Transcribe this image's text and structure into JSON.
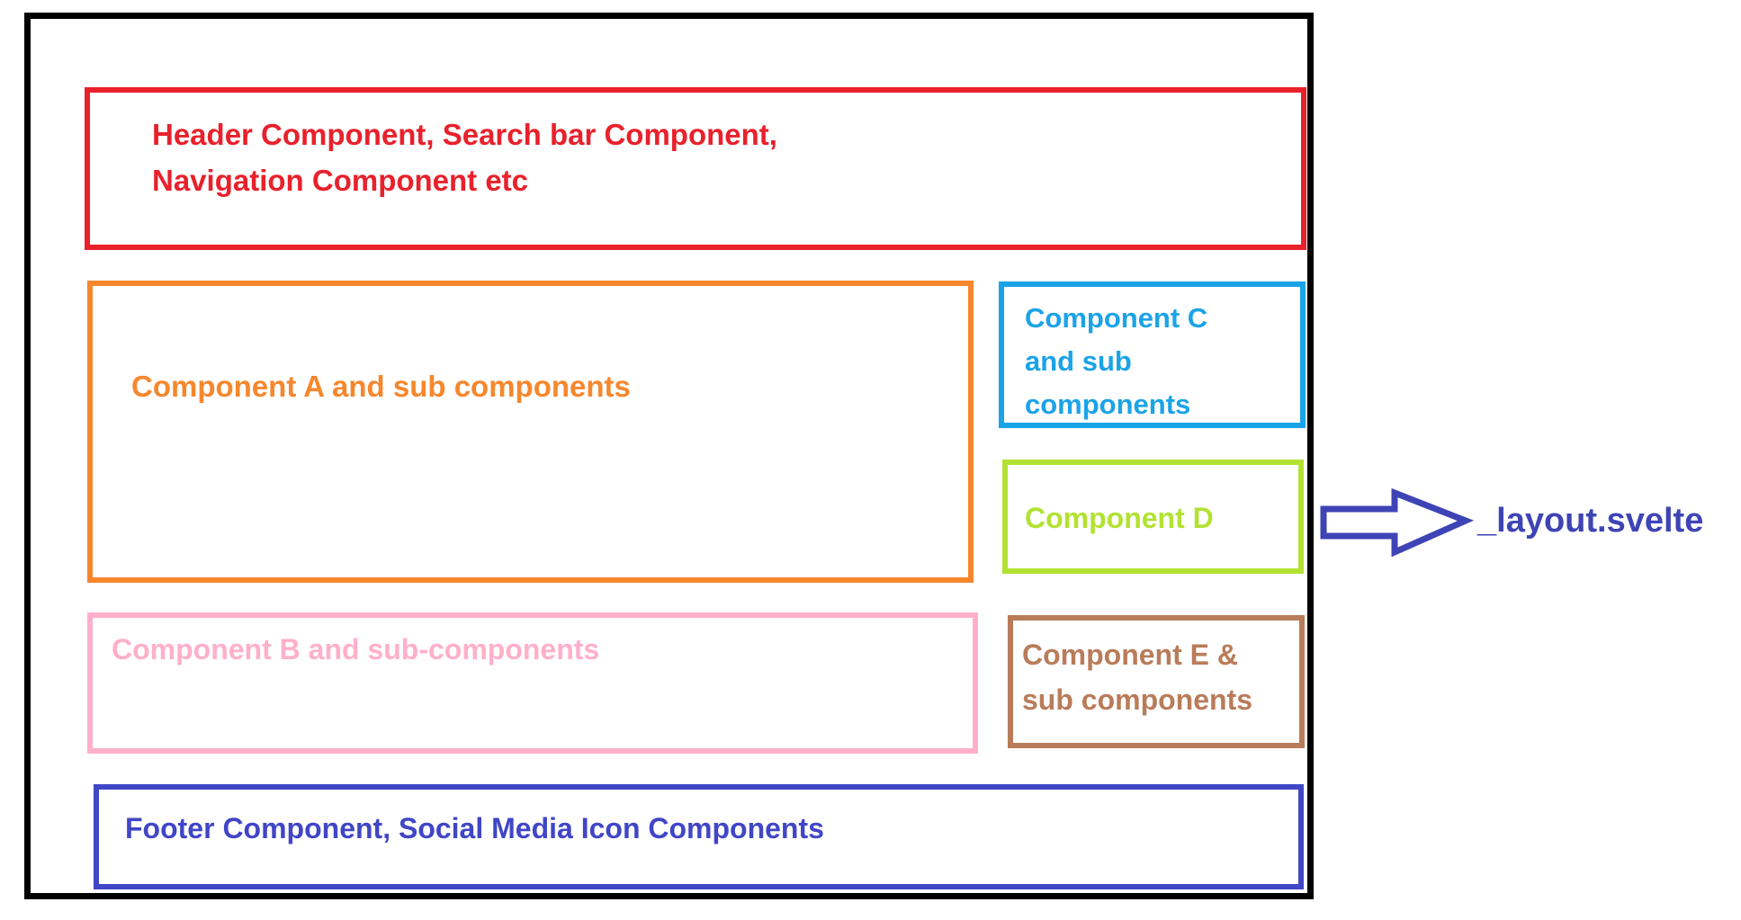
{
  "outline": {
    "color": "#000000"
  },
  "boxes": {
    "header": {
      "label": "Header Component, Search bar Component,\nNavigation Component etc",
      "color": "#E8212C"
    },
    "component_a": {
      "label": "Component A and sub components",
      "color": "#F6872D"
    },
    "component_c": {
      "label": "Component C\nand sub\ncomponents",
      "color": "#1BA3E8"
    },
    "component_d": {
      "label": "Component D",
      "color": "#B2E232"
    },
    "component_b": {
      "label": "Component B and sub-components",
      "color": "#FFB0C8"
    },
    "component_e": {
      "label": "Component E &\nsub components",
      "color": "#B97C5A"
    },
    "footer": {
      "label": "Footer Component, Social Media Icon Components",
      "color": "#4046C6"
    }
  },
  "annotation": {
    "arrow_icon": "right-block-arrow",
    "label": "_layout.svelte",
    "color": "#3E44B5"
  }
}
